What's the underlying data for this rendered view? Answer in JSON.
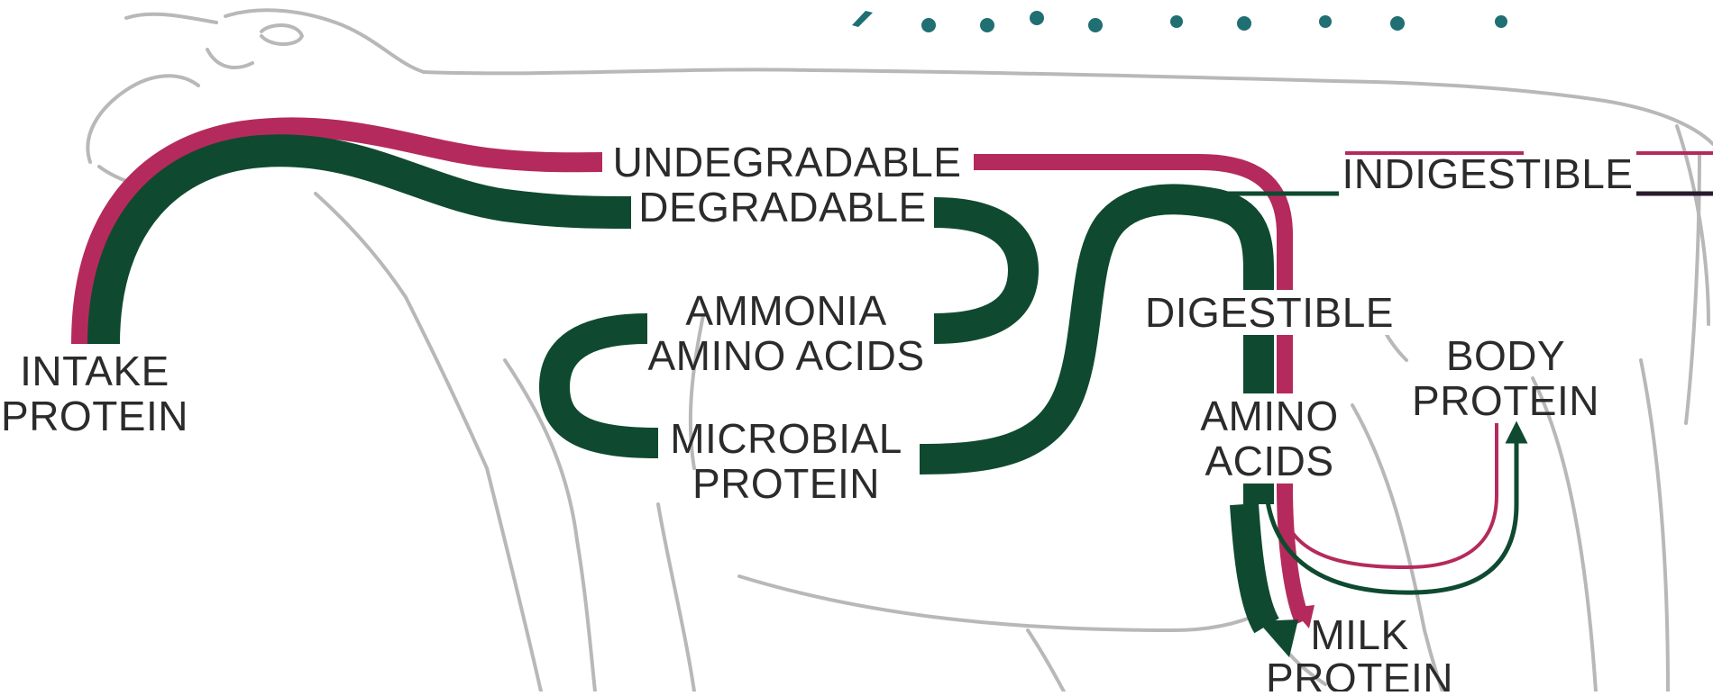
{
  "colors": {
    "degradable_path": "#0f4a30",
    "undegradable_path": "#b52a5c",
    "cow_outline": "#b8b8b8",
    "label_text": "#2b2b2b",
    "heading_text": "#1f6f73",
    "indigestible_dark_line": "#2a1a2e"
  },
  "labels": {
    "intake_protein": [
      "INTAKE",
      "PROTEIN"
    ],
    "undegradable": "UNDEGRADABLE",
    "degradable": "DEGRADABLE",
    "ammonia_amino_acids": [
      "AMMONIA",
      "AMINO ACIDS"
    ],
    "microbial_protein": [
      "MICROBIAL",
      "PROTEIN"
    ],
    "indigestible": "INDIGESTIBLE",
    "digestible": "DIGESTIBLE",
    "amino_acids": [
      "AMINO",
      "ACIDS"
    ],
    "body_protein": [
      "BODY",
      "PROTEIN"
    ],
    "milk_protein": [
      "MILK",
      "PROTEIN"
    ]
  }
}
